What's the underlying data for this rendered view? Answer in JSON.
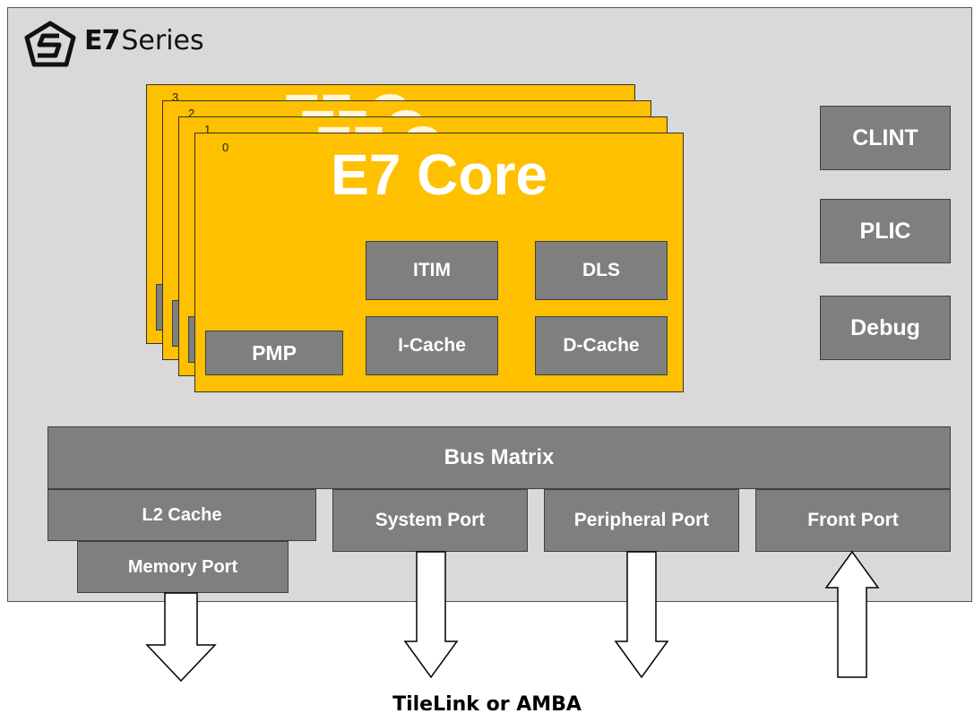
{
  "brand": {
    "e7": "E7",
    "series": "Series"
  },
  "cores": {
    "title": "E7 Core",
    "indices": [
      "3",
      "2",
      "1",
      "0"
    ],
    "blocks": {
      "itim": "ITIM",
      "dls": "DLS",
      "pmp": "PMP",
      "icache": "I-Cache",
      "dcache": "D-Cache"
    }
  },
  "peripherals": {
    "clint": "CLINT",
    "plic": "PLIC",
    "debug": "Debug"
  },
  "bus": {
    "matrix": "Bus Matrix",
    "l2": "L2 Cache",
    "memory_port": "Memory Port",
    "system_port": "System Port",
    "peripheral_port": "Peripheral Port",
    "front_port": "Front Port"
  },
  "interface_label": "TileLink or AMBA",
  "colors": {
    "core": "#ffc000",
    "block": "#7f7f7f",
    "background": "#d9d9d9"
  }
}
